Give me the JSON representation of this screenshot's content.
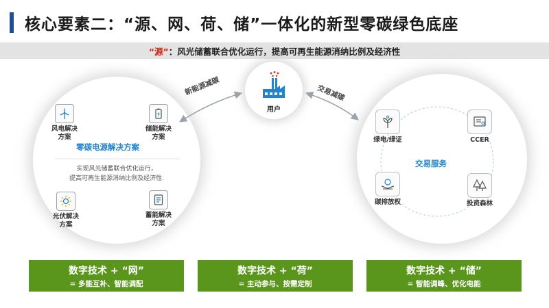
{
  "header": {
    "title": "核心要素二：“源、网、荷、储”一体化的新型零碳绿色底座"
  },
  "subtitle": {
    "highlight": "“源”",
    "text": "：风光储蓄联合优化运行，提高可再生能源消纳比例及经济性"
  },
  "source_circle": {
    "title": "零碳电源解决方案",
    "description_lines": [
      "实现风光储蓄联合优化运行，",
      "提高可再生能源消纳比例及经济性."
    ],
    "nodes": [
      {
        "label_lines": [
          "风电解决",
          "方案"
        ],
        "icon": "wind-turbine-icon"
      },
      {
        "label_lines": [
          "储能解决",
          "方案"
        ],
        "icon": "battery-icon"
      },
      {
        "label_lines": [
          "光伏解决",
          "方案"
        ],
        "icon": "solar-sun-icon"
      },
      {
        "label_lines": [
          "蓄能解决",
          "方案"
        ],
        "icon": "storage-document-icon"
      }
    ]
  },
  "user_node": {
    "label": "用户",
    "icon": "factory-icon"
  },
  "arrows": {
    "left_label": "新能源减碳",
    "right_label": "交易减碳"
  },
  "trade_circle": {
    "title": "交易服务",
    "nodes": [
      {
        "label": "绿电/绿证",
        "icon": "plant-sprout-icon"
      },
      {
        "label": "CCER",
        "icon": "certificate-icon"
      },
      {
        "label": "碳排放权",
        "icon": "hands-globe-icon"
      },
      {
        "label": "投资森林",
        "icon": "forest-trees-icon"
      }
    ]
  },
  "bottom_boxes": [
    {
      "title": "数字技术 + “网”",
      "subtitle": "= 多能互补、智能调配"
    },
    {
      "title": "数字技术 + “荷”",
      "subtitle": "= 主动参与、按需定制"
    },
    {
      "title": "数字技术 + “储”",
      "subtitle": "= 智能调峰、优化电能"
    }
  ],
  "colors": {
    "accent_blue": "#1f85d2",
    "title_bar": "#1f4e96",
    "highlight_red": "#e8220d",
    "box_green": "#5a961c",
    "subtitle_band": "#e3e3e3"
  }
}
